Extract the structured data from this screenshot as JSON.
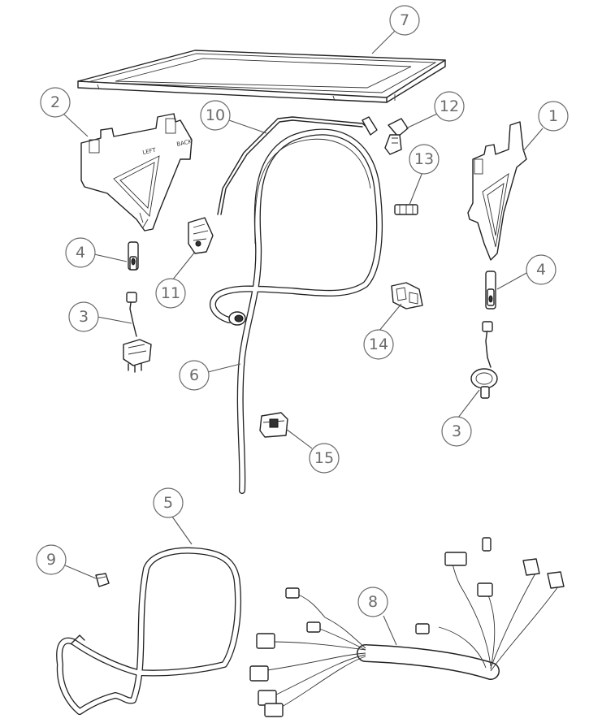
{
  "callouts": [
    {
      "id": "c7",
      "label": "7"
    },
    {
      "id": "c2",
      "label": "2"
    },
    {
      "id": "c10",
      "label": "10"
    },
    {
      "id": "c12",
      "label": "12"
    },
    {
      "id": "c1",
      "label": "1"
    },
    {
      "id": "c13",
      "label": "13"
    },
    {
      "id": "c4a",
      "label": "4"
    },
    {
      "id": "c11",
      "label": "11"
    },
    {
      "id": "c4b",
      "label": "4"
    },
    {
      "id": "c3a",
      "label": "3"
    },
    {
      "id": "c14",
      "label": "14"
    },
    {
      "id": "c6",
      "label": "6"
    },
    {
      "id": "c3b",
      "label": "3"
    },
    {
      "id": "c15",
      "label": "15"
    },
    {
      "id": "c5",
      "label": "5"
    },
    {
      "id": "c9",
      "label": "9"
    },
    {
      "id": "c8",
      "label": "8"
    }
  ],
  "part_stamps": {
    "left_bracket_text_1": "LEFT",
    "left_bracket_text_2": "BACK"
  }
}
